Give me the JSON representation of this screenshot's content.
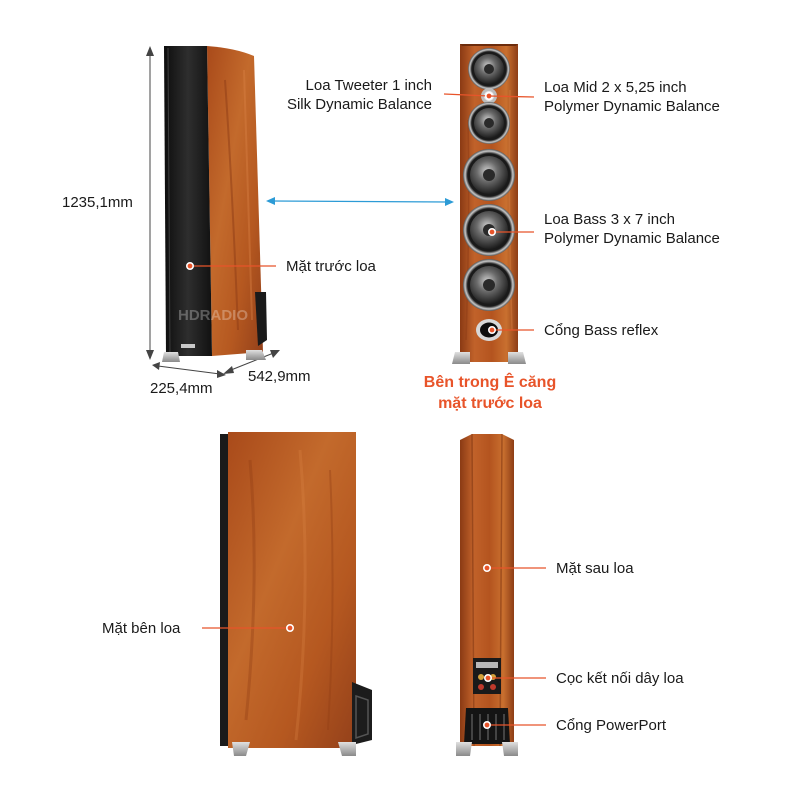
{
  "annotations": {
    "tweeter_line1": "Loa Tweeter 1 inch",
    "tweeter_line2": "Silk Dynamic Balance",
    "mid_line1": "Loa Mid 2 x 5,25 inch",
    "mid_line2": "Polymer Dynamic Balance",
    "bass_line1": "Loa Bass 3 x 7 inch",
    "bass_line2": "Polymer Dynamic Balance",
    "bass_reflex": "Cổng Bass reflex",
    "front_face": "Mặt trước loa",
    "side_face": "Mặt bên loa",
    "back_face": "Mặt sau loa",
    "terminals": "Cọc kết nối dây loa",
    "powerport": "Cổng PowerPort"
  },
  "dimensions": {
    "height": "1235,1mm",
    "width": "225,4mm",
    "depth": "542,9mm"
  },
  "caption": {
    "line1": "Bên trong Ê căng",
    "line2": "mặt trước loa"
  },
  "watermark": "HDRADIO",
  "colors": {
    "accent": "#e8542a",
    "dimension_line": "#2c9bd6",
    "wood": "#b35420",
    "grille": "#1c1c1c"
  }
}
